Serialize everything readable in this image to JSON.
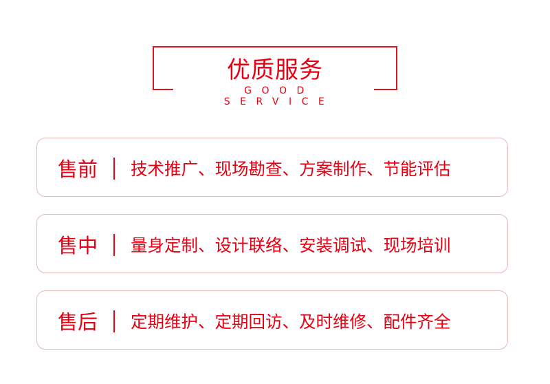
{
  "header": {
    "title": "优质服务",
    "subtitle": "GOOD SERVICE"
  },
  "cards": [
    {
      "label": "售前",
      "text": "技术推广、现场勘查、方案制作、节能评估"
    },
    {
      "label": "售中",
      "text": "量身定制、设计联络、安装调试、现场培训"
    },
    {
      "label": "售后",
      "text": "定期维护、定期回访、及时维修、配件齐全"
    }
  ]
}
